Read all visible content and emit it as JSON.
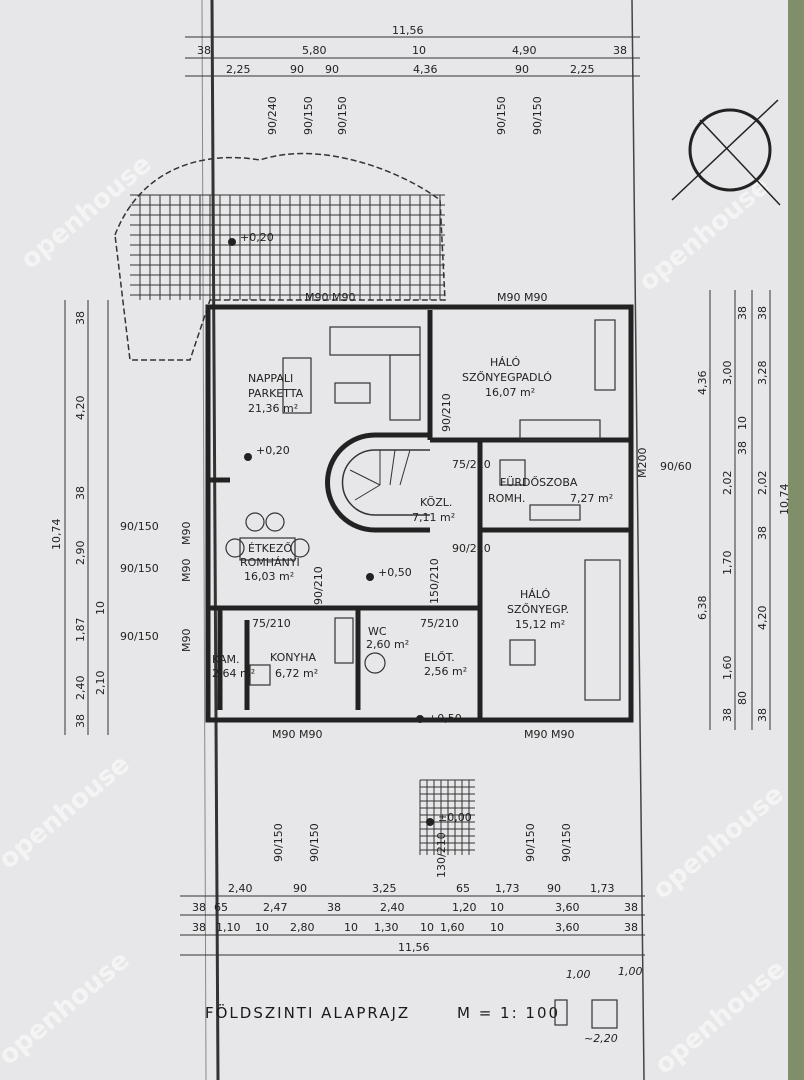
{
  "title": "FÖLDSZINTI  ALAPRAJZ",
  "scale": "M = 1: 100",
  "watermark": "openhouse",
  "rooms": [
    {
      "name": "NAPPALI",
      "floor": "PARKETTA",
      "area": "21,36 m²"
    },
    {
      "name": "HÁLÓ",
      "floor": "SZŐNYEGPADLÓ",
      "area": "16,07 m²"
    },
    {
      "name": "FÜRDŐSZOBA",
      "floor": "ROMH.",
      "area": "7,27 m²"
    },
    {
      "name": "KÖZL.",
      "area": "7,11 m²"
    },
    {
      "name": "ÉTKEZŐ",
      "floor": "ROMHÁNYI",
      "area": "16,03 m²"
    },
    {
      "name": "HÁLÓ",
      "floor": "SZŐNYEGP.",
      "area": "15,12 m²"
    },
    {
      "name": "KAM.",
      "area": "2,64 m²"
    },
    {
      "name": "KONYHA",
      "area": "6,72 m²"
    },
    {
      "name": "WC",
      "area": "2,60 m²"
    },
    {
      "name": "ELŐT.",
      "area": "2,56 m²"
    }
  ],
  "levels": [
    "+0,20",
    "+0,20",
    "+0,50",
    "+0,50",
    "±0,00"
  ],
  "doors": [
    "90/210",
    "75/210",
    "90/210",
    "90/210",
    "75/210",
    "75/210",
    "150/210",
    "130/210"
  ],
  "windows": [
    "M90 M90",
    "M90 M90",
    "M90 M90",
    "M90 M90",
    "M90",
    "M90",
    "M90",
    "M200"
  ],
  "top_dims": {
    "row1": [
      "11,56"
    ],
    "row2": [
      "38",
      "5,80",
      "10",
      "4,90",
      "38"
    ],
    "row3": [
      "2,25",
      "90",
      "90",
      "4,36",
      "90",
      "2,25"
    ],
    "openings": [
      "90/240",
      "90/150",
      "90/150",
      "90/150",
      "90/150"
    ]
  },
  "bottom_dims": {
    "row1": [
      "2,40",
      "90",
      "3,25",
      "65",
      "1,73",
      "90",
      "1,73"
    ],
    "row2": [
      "38",
      "65",
      "2,47",
      "38",
      "2,40",
      "1,20",
      "10",
      "3,60",
      "38"
    ],
    "row3": [
      "38",
      "1,10",
      "10",
      "2,80",
      "10",
      "1,30",
      "10",
      "1,60",
      "10",
      "3,60",
      "38"
    ],
    "row4": [
      "11,56"
    ],
    "openings": [
      "90/150",
      "90/150",
      "90/150",
      "90/150"
    ]
  },
  "left_dims": [
    "10,74",
    "4,20",
    "38",
    "2,90",
    "10",
    "1,87",
    "2,40",
    "2,10",
    "38",
    "38"
  ],
  "left_openings": [
    "90/150",
    "90/150",
    "90/150"
  ],
  "right_dims": [
    "4,36",
    "3,00",
    "3,28",
    "38",
    "38",
    "10",
    "2,02",
    "2,02",
    "38",
    "1,70",
    "38",
    "6,38",
    "10,74",
    "1,60",
    "4,20",
    "80",
    "38",
    "38"
  ],
  "right_openings": [
    "90/60"
  ],
  "handwritten": [
    "1,00",
    "1,00",
    "~2,20"
  ]
}
